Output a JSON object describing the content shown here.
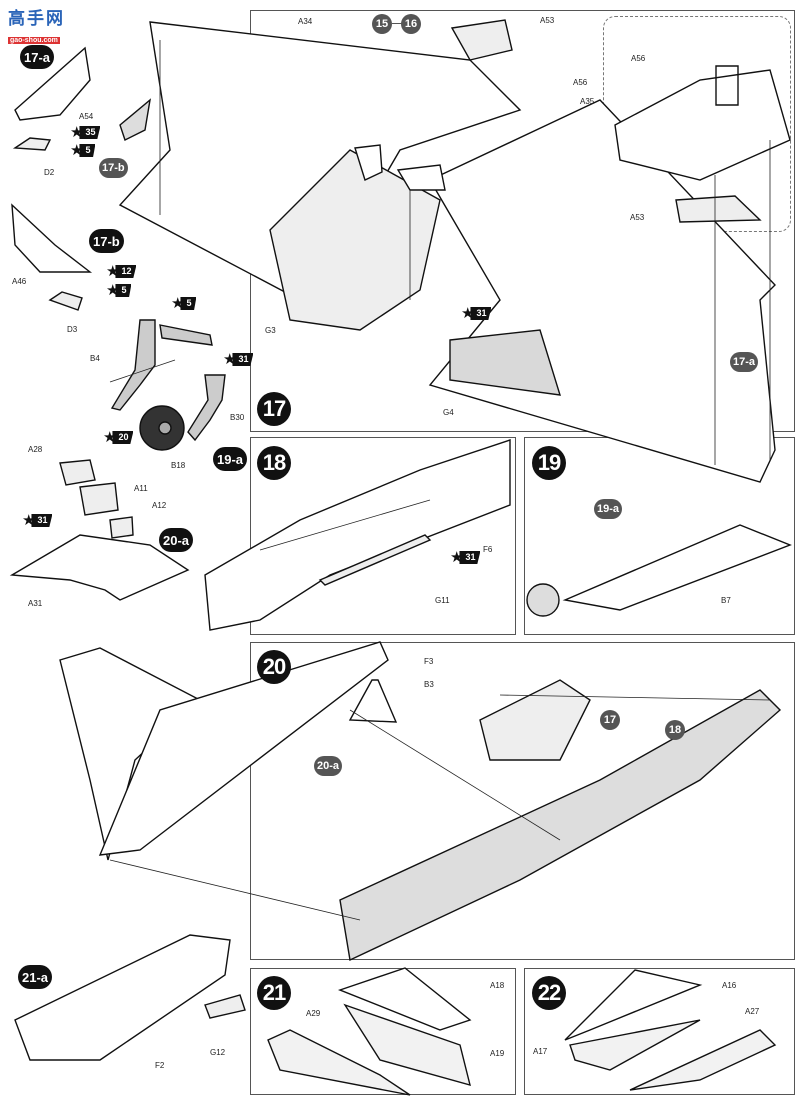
{
  "watermark": {
    "chinese": "高手网",
    "url": "gao-shou.com"
  },
  "colors": {
    "step_badge": "#111111",
    "reference_badge": "#555555",
    "fill_gray": "#d9d9d9",
    "frame": "#555555"
  },
  "steps": [
    {
      "number": "17",
      "sub_callouts": [
        "17-a",
        "17-b"
      ],
      "references": [
        "15",
        "16"
      ],
      "labels": [
        "A34",
        "A53",
        "A56",
        "A35",
        "G3",
        "G4"
      ],
      "inset_labels": [
        "A56",
        "A53"
      ],
      "paint_codes": [
        "31"
      ],
      "ref_badges_in_view": [
        "17-b",
        "17-a"
      ]
    },
    {
      "number": "18",
      "labels": [
        "F6",
        "G11"
      ],
      "paint_codes": [
        "31"
      ]
    },
    {
      "number": "19",
      "labels": [
        "B7"
      ],
      "references": [
        "19-a"
      ]
    },
    {
      "number": "20",
      "labels": [
        "F3",
        "B3"
      ],
      "references": [
        "20-a",
        "17",
        "18"
      ]
    },
    {
      "number": "21",
      "labels": [
        "A18",
        "A29",
        "A19"
      ]
    },
    {
      "number": "22",
      "labels": [
        "A16",
        "A27",
        "A17"
      ]
    }
  ],
  "subassemblies": {
    "s17a": {
      "id": "17-a",
      "labels": [
        "A54",
        "D2"
      ],
      "paint_codes": [
        "35",
        "5"
      ]
    },
    "s17b": {
      "id": "17-b",
      "labels": [
        "A46",
        "D3"
      ],
      "paint_codes": [
        "12",
        "5"
      ]
    },
    "s19a": {
      "id": "19-a",
      "labels": [
        "B4",
        "B30",
        "B18"
      ],
      "paint_codes": [
        "5",
        "31",
        "20"
      ]
    },
    "s20a": {
      "id": "20-a",
      "labels": [
        "A28",
        "A11",
        "A12",
        "A31"
      ],
      "paint_codes": [
        "31"
      ]
    },
    "s21a": {
      "id": "21-a",
      "labels": [
        "F2",
        "G12"
      ]
    }
  }
}
